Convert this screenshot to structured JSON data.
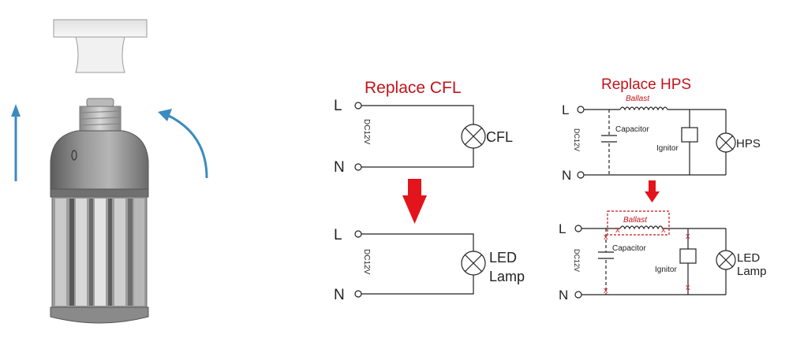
{
  "illustration": {
    "description_icon": "led-corn-bulb-install-icon"
  },
  "cfl_diagram": {
    "title": "Replace CFL",
    "top": {
      "line_label": "L",
      "neutral_label": "N",
      "voltage": "DC12V",
      "lamp_label": "CFL"
    },
    "bottom": {
      "line_label": "L",
      "neutral_label": "N",
      "voltage": "DC12V",
      "lamp_label_1": "LED",
      "lamp_label_2": "Lamp"
    }
  },
  "hps_diagram": {
    "title": "Replace HPS",
    "top": {
      "line_label": "L",
      "neutral_label": "N",
      "voltage": "DC12V",
      "ballast": "Ballast",
      "capacitor": "Capacitor",
      "ignitor": "Ignitor",
      "lamp_label": "HPS"
    },
    "bottom": {
      "line_label": "L",
      "neutral_label": "N",
      "voltage": "DC12V",
      "ballast": "Ballast",
      "capacitor": "Capacitor",
      "ignitor": "Ignitor",
      "lamp_label_1": "LED",
      "lamp_label_2": "Lamp",
      "cut_mark": "x"
    }
  },
  "colors": {
    "title_red": "#c0141a",
    "arrow_red": "#e3141b",
    "cut_red": "#d9232a",
    "blue_arrow": "#3b8bbf",
    "line": "#222222"
  }
}
